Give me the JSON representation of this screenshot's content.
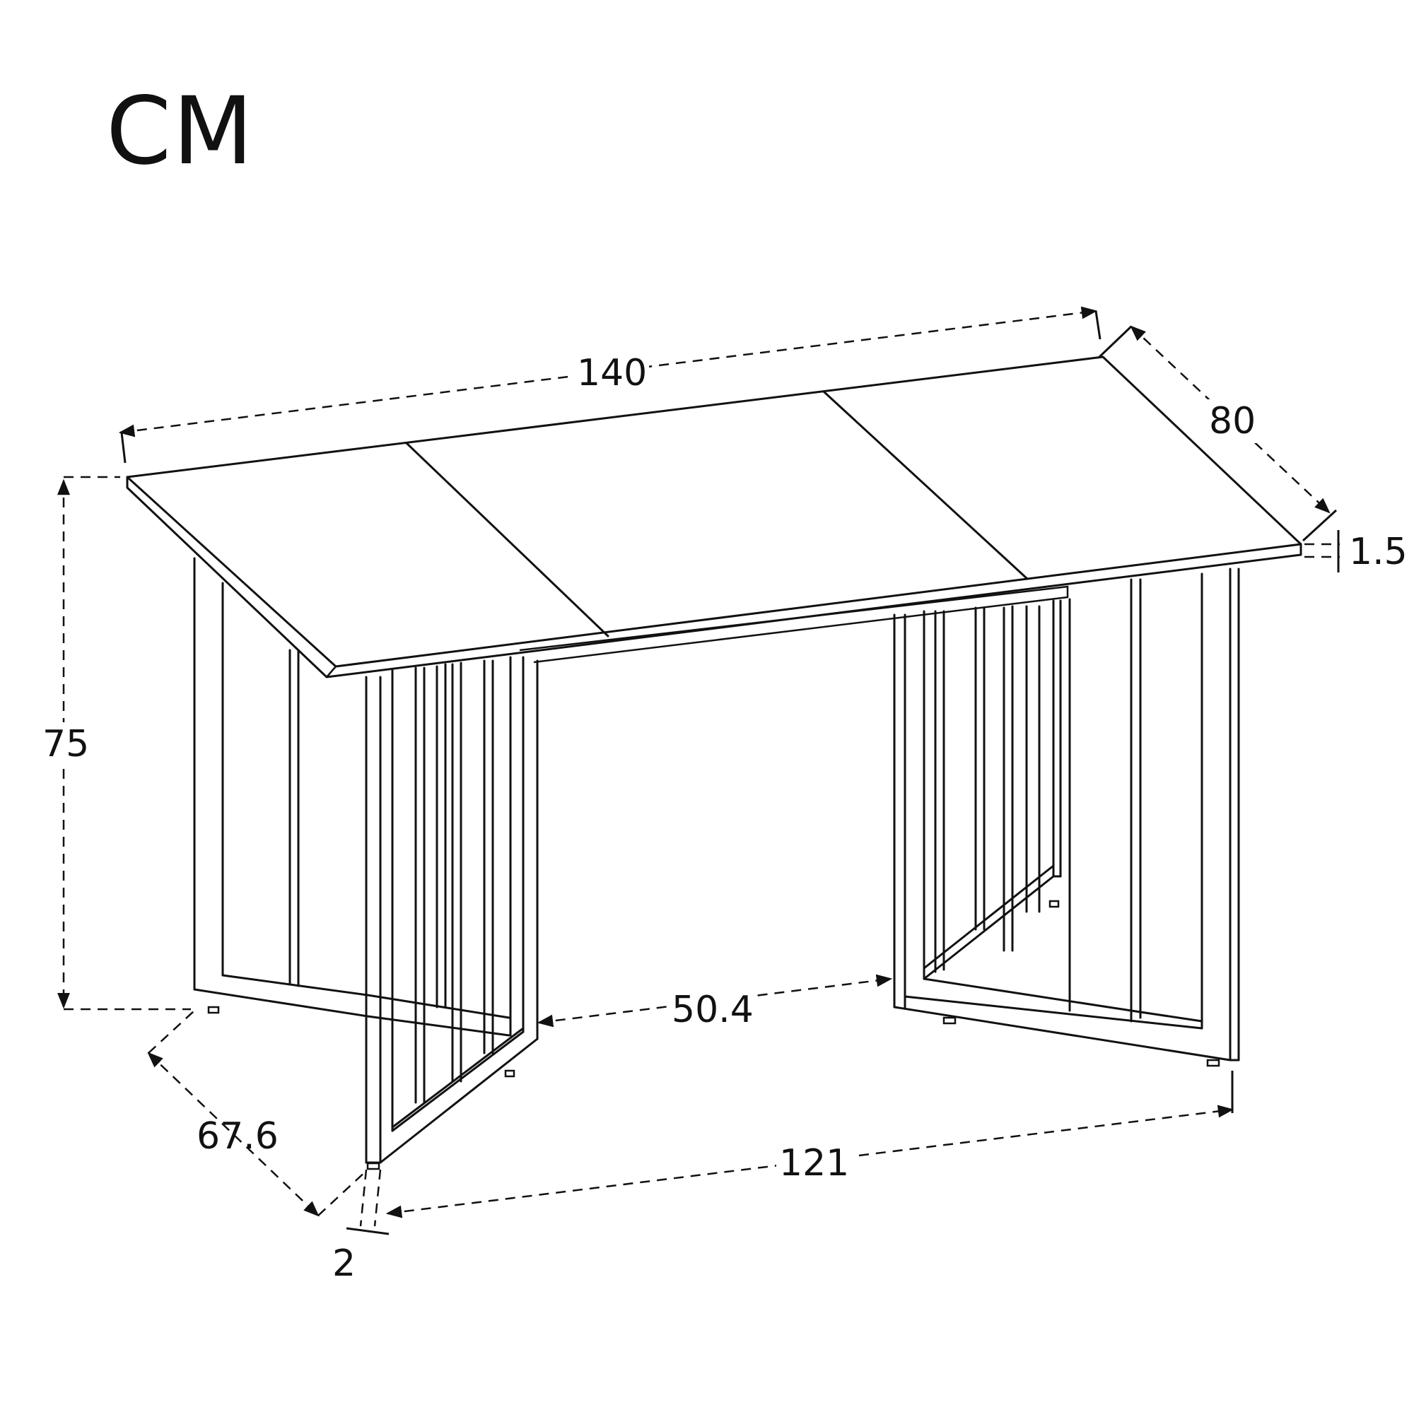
{
  "unit_label": "CM",
  "dimensions": {
    "length": "140",
    "width": "80",
    "top_thickness": "1.5",
    "height": "75",
    "leg_inner_gap": "50.4",
    "leg_depth": "67.6",
    "leg_outer_span": "121",
    "leg_thickness": "2"
  },
  "icons": [
    "dining-table-line-drawing"
  ]
}
